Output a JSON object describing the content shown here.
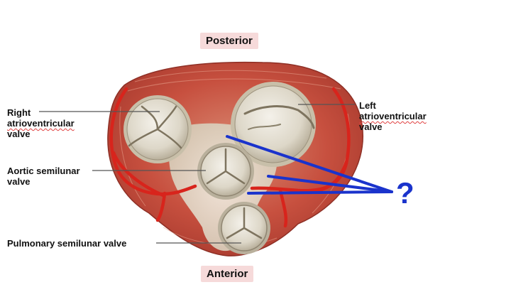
{
  "orientation": {
    "posterior": "Posterior",
    "anterior": "Anterior"
  },
  "labels": {
    "right_av": [
      "Right",
      "atrioventricular",
      "valve"
    ],
    "left_av": [
      "Left",
      "atrioventricular",
      "valve"
    ],
    "aortic": [
      "Aortic semilunar",
      "valve"
    ],
    "pulmonary": "Pulmonary semilunar valve"
  },
  "annotation": {
    "question_mark": "?",
    "pointer_color": "#1a33cc"
  },
  "colors": {
    "muscle": "#c0463a",
    "muscle_light": "#d9765f",
    "artery": "#d8241c",
    "valve": "#e6e1d6",
    "fibrous": "#ebe6d8",
    "label_box": "#f6dada"
  }
}
